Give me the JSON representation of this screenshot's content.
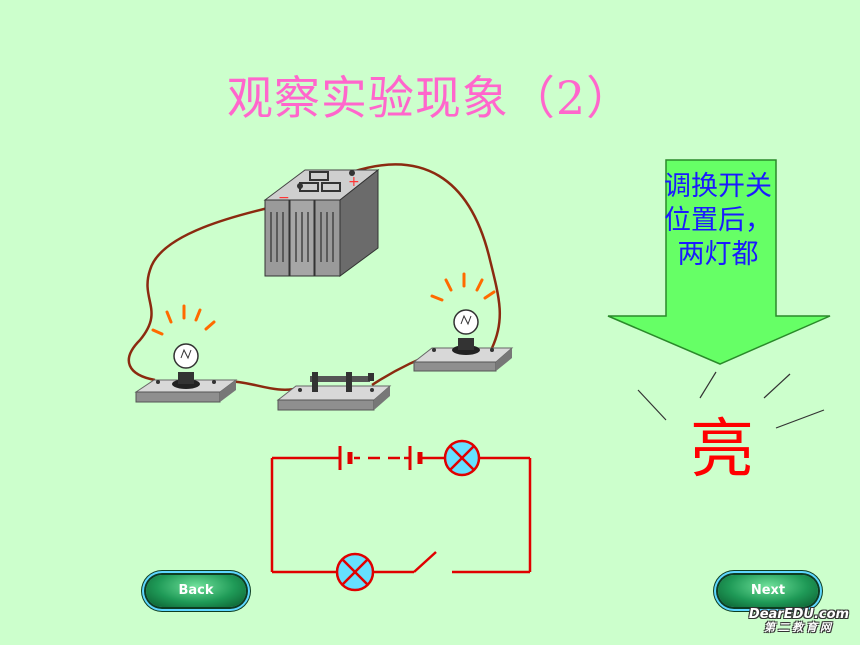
{
  "title": "观察实验现象（2）",
  "arrow_callout": {
    "text": "调换开关位置后，两灯都"
  },
  "result_text": "亮",
  "buttons": {
    "back_label": "Back",
    "next_label": "Next"
  },
  "battery_labels": {
    "negative": "−",
    "positive": "+"
  },
  "logo": {
    "line1": "DearEDU.com",
    "line2": "第二教育网"
  },
  "colors": {
    "background": "#ccffcc",
    "title": "#ff66cc",
    "arrow_fill": "#66ff66",
    "arrow_text": "#1a1aff",
    "result_text": "#ff0000",
    "circuit_line": "#e00000",
    "lamp_fill": "#66e0ff"
  }
}
